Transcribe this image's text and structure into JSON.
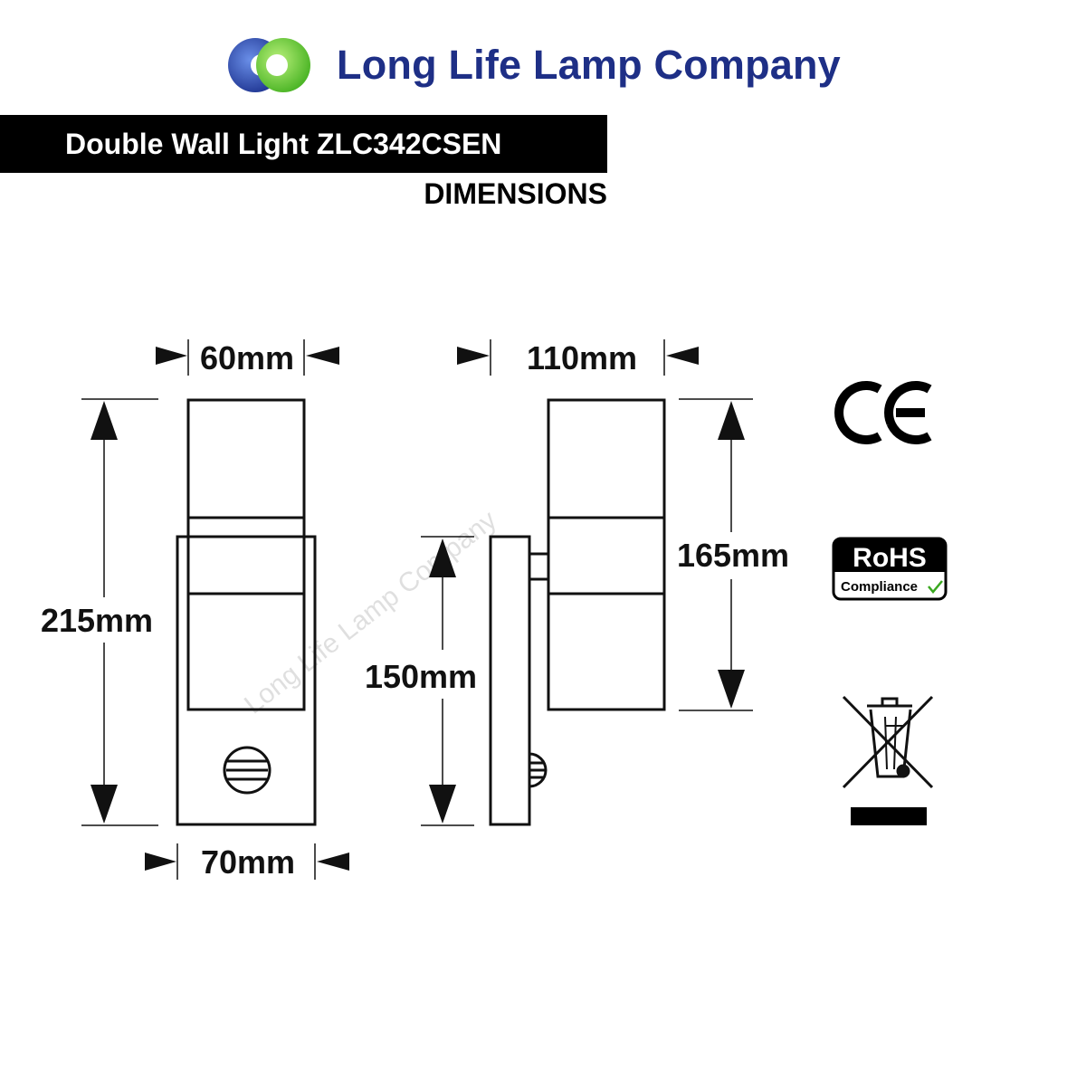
{
  "header": {
    "brand_name": "Long Life Lamp Company",
    "brand_color": "#1e2f86",
    "logo": {
      "icon": "ring-logo-icon",
      "colors": [
        "#1e3b9a",
        "#5fcf2b"
      ]
    }
  },
  "title_bar": {
    "title": "Double Wall Light ZLC342CSEN",
    "subtitle": "DIMENSIONS"
  },
  "dimensions": {
    "front_top_width": "60mm",
    "front_bottom_width": "70mm",
    "front_height": "215mm",
    "side_depth": "110mm",
    "side_light_height": "165mm",
    "side_plate_height": "150mm"
  },
  "watermark": "Long Life Lamp Company",
  "certifications": {
    "ce_mark": "CE",
    "rohs": {
      "label": "RoHS",
      "sub": "Compliance"
    },
    "weee": {
      "icon": "crossed-bin-icon"
    }
  }
}
